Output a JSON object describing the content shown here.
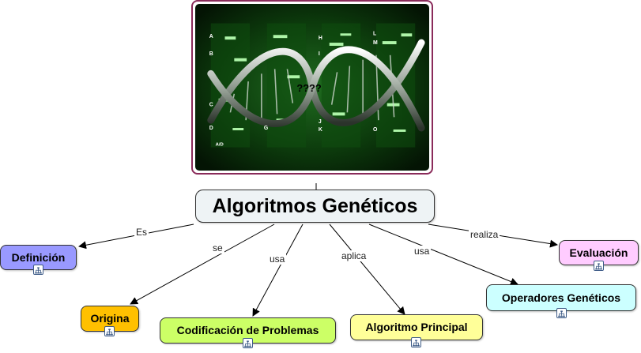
{
  "main_topic": "Algoritmos Genéticos",
  "image": {
    "overlay_text": "????",
    "gel_letters": [
      "A",
      "B",
      "C",
      "D",
      "G",
      "H",
      "I",
      "J",
      "K",
      "L",
      "M",
      "O",
      "A/D"
    ]
  },
  "concepts": [
    {
      "key": "definicion",
      "label": "Definición",
      "link_label": "Es",
      "color": "#9999ff"
    },
    {
      "key": "origina",
      "label": "Origina",
      "link_label": "se",
      "color": "#ffc000"
    },
    {
      "key": "codificacion",
      "label": "Codificación de Problemas",
      "link_label": "usa",
      "color": "#ccff66"
    },
    {
      "key": "algoritmo",
      "label": "Algoritmo Principal",
      "link_label": "aplica",
      "color": "#ffff99"
    },
    {
      "key": "operadores",
      "label": "Operadores Genéticos",
      "link_label": "usa",
      "color": "#ccffff"
    },
    {
      "key": "evaluacion",
      "label": "Evaluación",
      "link_label": "realiza",
      "color": "#ffccff"
    }
  ],
  "icons": {
    "submap": "submap-icon"
  }
}
